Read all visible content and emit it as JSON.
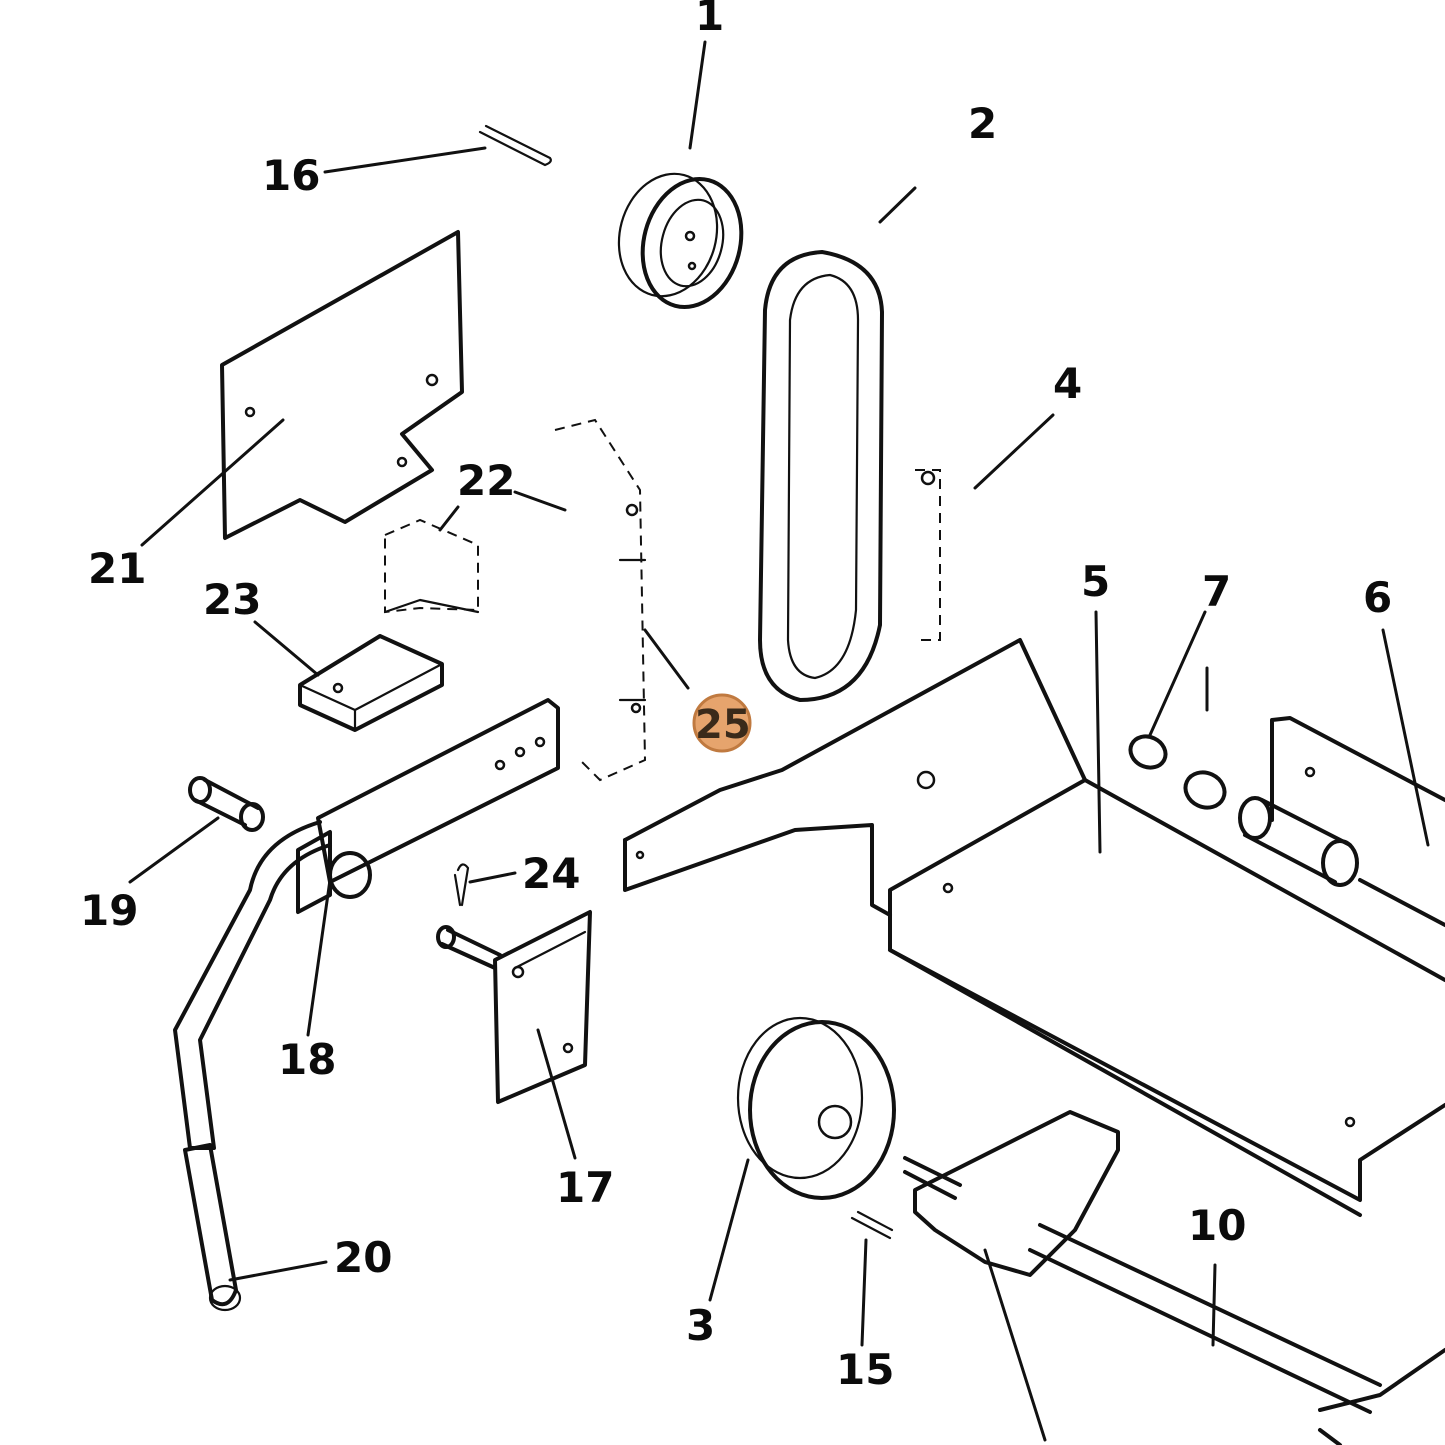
{
  "callouts": [
    {
      "id": "1",
      "label": "1",
      "highlighted": false
    },
    {
      "id": "2",
      "label": "2",
      "highlighted": false
    },
    {
      "id": "3",
      "label": "3",
      "highlighted": false
    },
    {
      "id": "4",
      "label": "4",
      "highlighted": false
    },
    {
      "id": "5",
      "label": "5",
      "highlighted": false
    },
    {
      "id": "6",
      "label": "6",
      "highlighted": false
    },
    {
      "id": "7",
      "label": "7",
      "highlighted": false
    },
    {
      "id": "10",
      "label": "10",
      "highlighted": false
    },
    {
      "id": "15",
      "label": "15",
      "highlighted": false
    },
    {
      "id": "16",
      "label": "16",
      "highlighted": false
    },
    {
      "id": "17",
      "label": "17",
      "highlighted": false
    },
    {
      "id": "18",
      "label": "18",
      "highlighted": false
    },
    {
      "id": "19",
      "label": "19",
      "highlighted": false
    },
    {
      "id": "20",
      "label": "20",
      "highlighted": false
    },
    {
      "id": "21",
      "label": "21",
      "highlighted": false
    },
    {
      "id": "22",
      "label": "22",
      "highlighted": false
    },
    {
      "id": "23",
      "label": "23",
      "highlighted": false
    },
    {
      "id": "24",
      "label": "24",
      "highlighted": false
    },
    {
      "id": "25",
      "label": "25",
      "highlighted": true
    }
  ],
  "colors": {
    "line": "#111111",
    "background": "#ffffff",
    "highlight_fill": "#e6a46d",
    "highlight_stroke": "#c07a40"
  }
}
